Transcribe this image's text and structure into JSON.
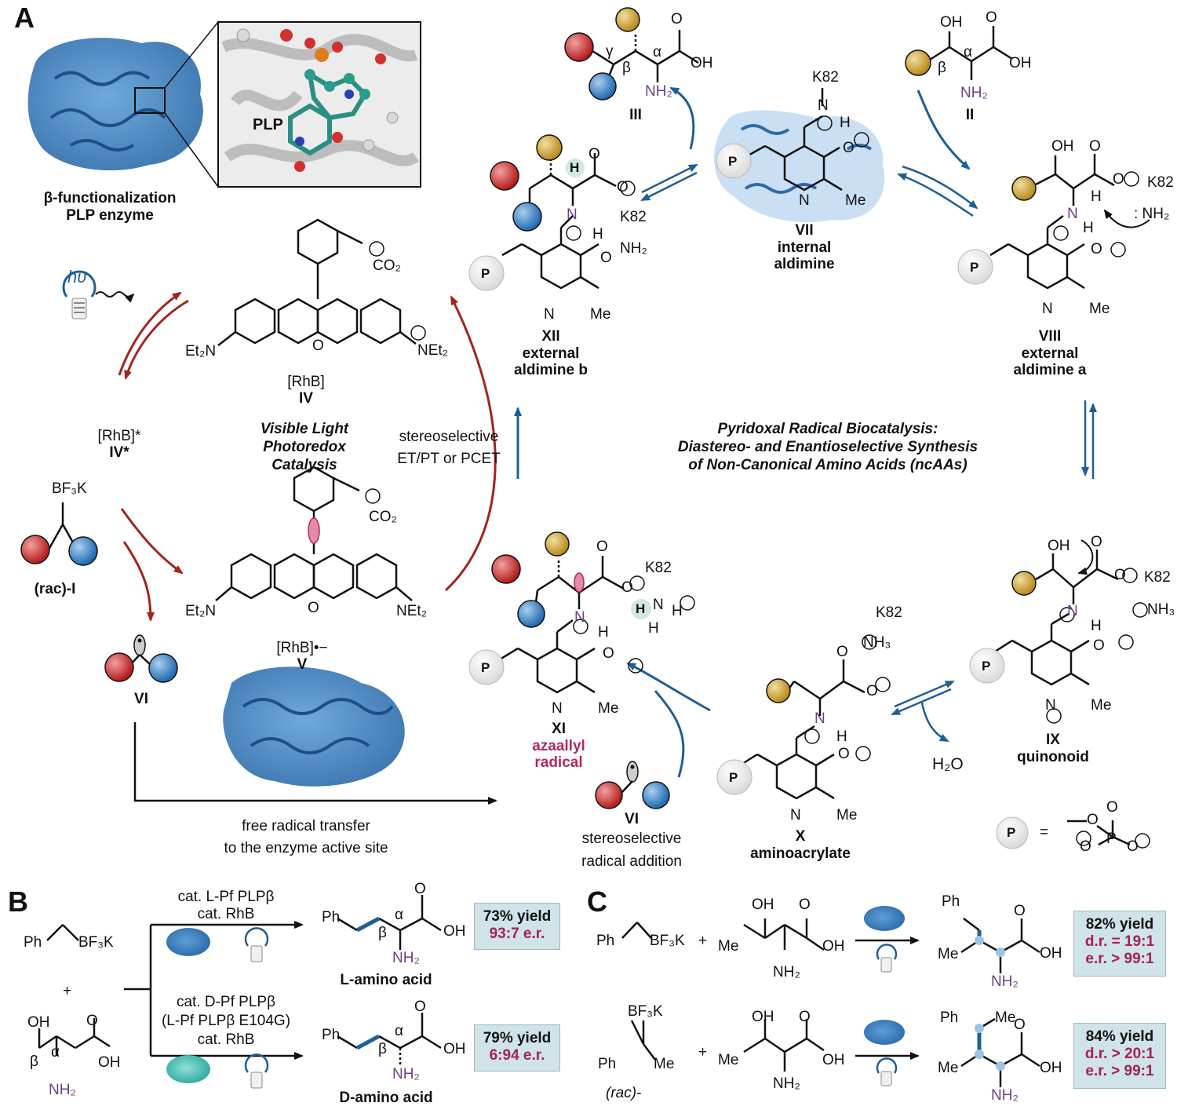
{
  "panels": {
    "a": "A",
    "b": "B",
    "c": "C"
  },
  "enzyme": {
    "caption_1": "β-functionalization",
    "caption_2": "PLP enzyme",
    "pdb_label": "PLP"
  },
  "light": {
    "hv": "hυ"
  },
  "rhb": {
    "co2": "CO₂",
    "net2": "NEt₂",
    "et2n": "Et₂N",
    "o": "O",
    "iv_name": "[RhB]",
    "iv_id": "IV",
    "excited_name": "[RhB]*",
    "excited_id": "IV*",
    "v_name": "[RhB]•−",
    "v_id": "V"
  },
  "photoredox": {
    "line1": "Visible Light",
    "line2": "Photoredox",
    "line3": "Catalysis"
  },
  "radical_precursor": {
    "bf3k": "BF₃K",
    "id": "(rac)-I"
  },
  "radical": {
    "id": "VI"
  },
  "transfer": {
    "line1": "free radical transfer",
    "line2": "to the enzyme active site"
  },
  "et_step": {
    "line1": "stereoselective",
    "line2": "ET/PT or PCET"
  },
  "addition_step": {
    "line1": "stereoselective",
    "line2": "radical addition"
  },
  "title": {
    "line1": "Pyridoxal Radical Biocatalysis:",
    "line2": "Diastereo- and Enantioselective Synthesis",
    "line3": "of Non-Canonical Amino Acids (ncAAs)"
  },
  "species": {
    "ii": "II",
    "iii": "III",
    "vii": "VII",
    "vii_name1": "internal",
    "vii_name2": "aldimine",
    "viii": "VIII",
    "viii_name1": "external",
    "viii_name2": "aldimine a",
    "ix": "IX",
    "ix_name": "quinonoid",
    "x": "X",
    "x_name": "aminoacrylate",
    "xi": "XI",
    "xi_name1": "azaallyl",
    "xi_name2": "radical",
    "xii": "XII",
    "xii_name1": "external",
    "xii_name2": "aldimine b"
  },
  "atoms": {
    "oh": "OH",
    "o": "O",
    "nh2": "NH₂",
    "h": "H",
    "n": "N",
    "me": "Me",
    "p": "P",
    "k82": "K82",
    "nh3": "NH₃",
    "alpha": "α",
    "beta": "β",
    "gamma": "γ",
    "h2o": "H₂O",
    "eq": "=",
    "plus": "+",
    "ph": "Ph",
    "rac": "(rac)-",
    "colon_nh2": ": NH₂"
  },
  "panel_b": {
    "cond1_l1": "cat. L-Pf PLPβ",
    "cond1_l2": "cat. RhB",
    "cond2_l1": "cat. D-Pf PLPβ",
    "cond2_l2": "(L-Pf PLPβ E104G)",
    "cond2_l3": "cat. RhB",
    "prod1": "L-amino acid",
    "prod2": "D-amino acid",
    "yield1": "73% yield",
    "er1": "93:7 e.r.",
    "yield2": "79% yield",
    "er2": "6:94 e.r."
  },
  "panel_c": {
    "yield1": "82% yield",
    "dr1": "d.r. = 19:1",
    "er1": "e.r. > 99:1",
    "yield2": "84% yield",
    "dr2": "d.r. > 20:1",
    "er2": "e.r. > 99:1"
  },
  "colors": {
    "red_arrow": "#a3241f",
    "blue_arrow": "#1f5f95",
    "enzyme": "#2f6fb0",
    "enzyme_teal": "#3ab0a8",
    "highlight": "#a3234f"
  }
}
